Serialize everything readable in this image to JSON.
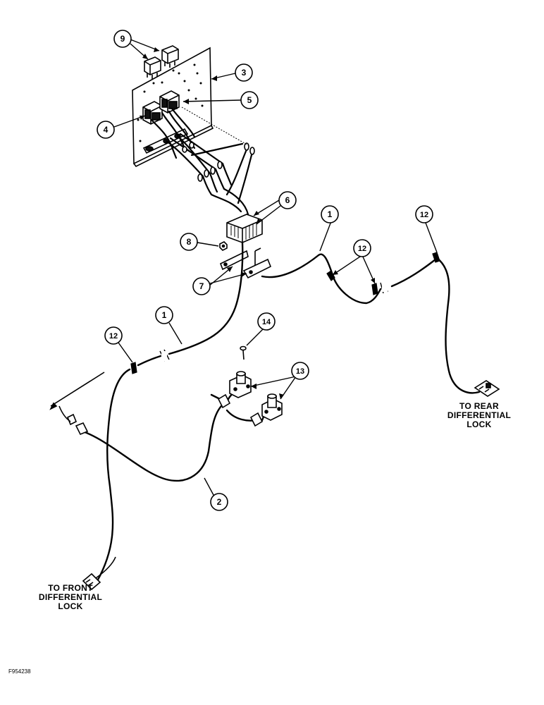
{
  "callouts": {
    "c1a": "1",
    "c1b": "1",
    "c2": "2",
    "c3": "3",
    "c4": "4",
    "c5": "5",
    "c6": "6",
    "c7": "7",
    "c8": "8",
    "c9": "9",
    "c12a": "12",
    "c12b": "12",
    "c12c": "12",
    "c13": "13",
    "c14": "14"
  },
  "labels": {
    "rear_line1": "TO REAR",
    "rear_line2": "DIFFERENTIAL",
    "rear_line3": "LOCK",
    "front_line1": "TO FRONT",
    "front_line2": "DIFFERENTIAL",
    "front_line3": "LOCK"
  },
  "figure_id": "F954238"
}
